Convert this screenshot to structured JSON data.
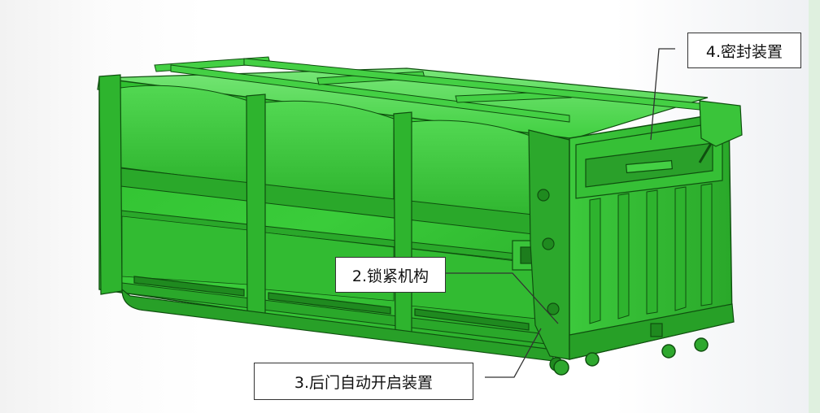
{
  "diagram": {
    "colors": {
      "body": "#33c233",
      "body_light": "#5bdb5b",
      "body_dark": "#1e8c1e",
      "edge": "#0f4f0f",
      "frame": "#2eb42e",
      "background": "#ffffff",
      "side_strip": "#dff0df"
    },
    "callouts": {
      "seal": "4.密封装置",
      "lock": "2.锁紧机构",
      "door": "3.后门自动开启装置"
    }
  }
}
